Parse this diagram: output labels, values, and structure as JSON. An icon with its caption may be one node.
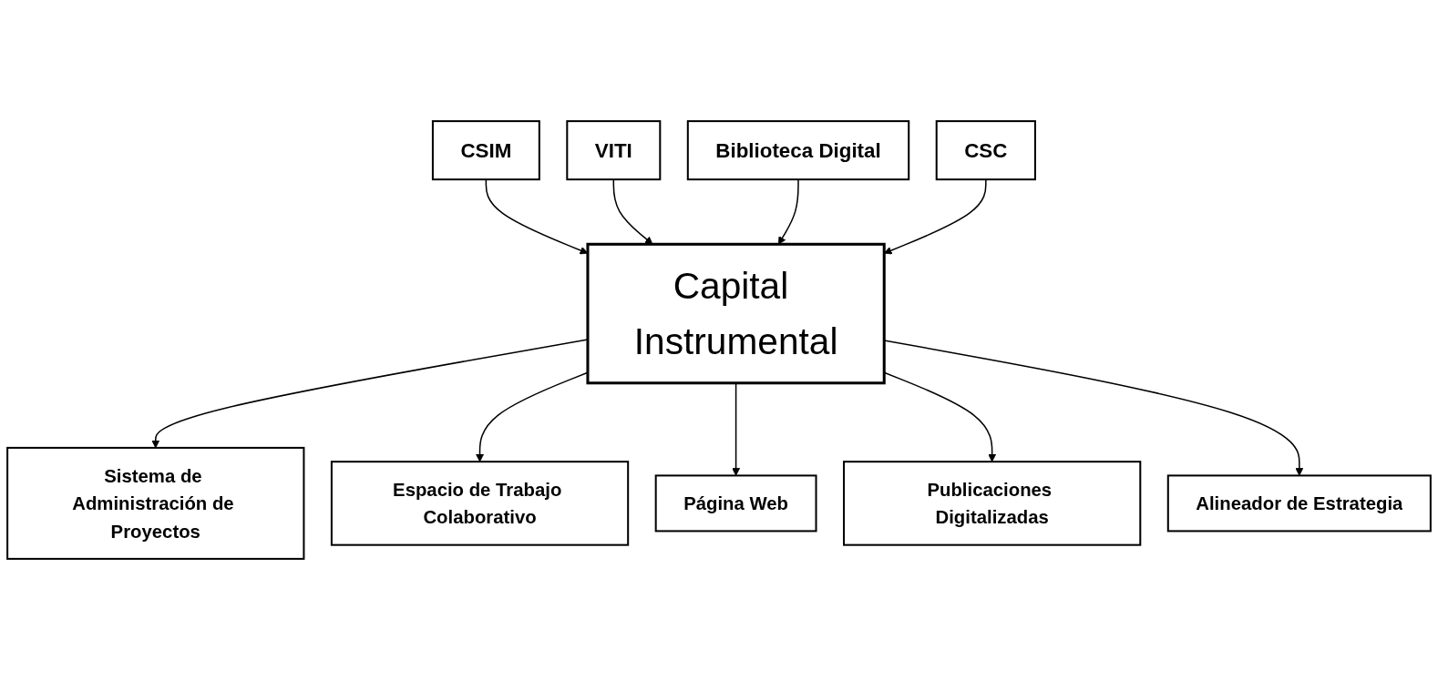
{
  "diagram": {
    "nodes": [
      {
        "text": [
          "CSIM"
        ]
      },
      {
        "text": [
          "VITI"
        ]
      },
      {
        "text": [
          "Biblioteca Digital"
        ]
      },
      {
        "text": [
          "CSC"
        ]
      },
      {
        "text": [
          "Capital Instrumental"
        ]
      },
      {
        "text": [
          "Sistema de Administración de Proyectos"
        ]
      },
      {
        "text": [
          "Espacio de Trabajo Colaborativo"
        ]
      },
      {
        "text": [
          "Página Web"
        ]
      },
      {
        "text": [
          "Publicaciones Digitalizadas"
        ]
      },
      {
        "text": [
          "Alineador de Estrategia"
        ]
      }
    ],
    "edges": [
      {
        "from": 0,
        "to": 4,
        "arrow": "to"
      },
      {
        "from": 1,
        "to": 4,
        "arrow": "to"
      },
      {
        "from": 2,
        "to": 4,
        "arrow": "to"
      },
      {
        "from": 3,
        "to": 4,
        "arrow": "to"
      },
      {
        "from": 4,
        "to": 5,
        "arrow": "to"
      },
      {
        "from": 4,
        "to": 6,
        "arrow": "to"
      },
      {
        "from": 4,
        "to": 7,
        "arrow": "to"
      },
      {
        "from": 4,
        "to": 8,
        "arrow": "to"
      },
      {
        "from": 4,
        "to": 9,
        "arrow": "to"
      }
    ]
  }
}
